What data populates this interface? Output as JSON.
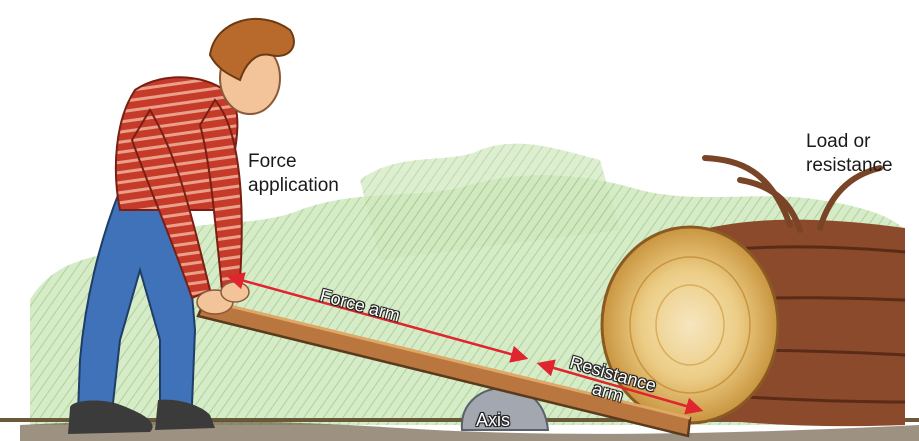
{
  "labels": {
    "force_application_line1": "Force",
    "force_application_line2": "application",
    "load_line1": "Load or",
    "load_line2": "resistance",
    "force_arm": "Force arm",
    "resistance_arm_line1": "Resistance",
    "resistance_arm_line2": "arm",
    "axis": "Axis"
  },
  "colors": {
    "arrow": "#e0252f",
    "shirt": "#c63a2a",
    "jeans": "#3f72b8",
    "plank": "#b9773f",
    "log_face": "#e8c175",
    "log_bark": "#8b4a2b",
    "foliage": "#b7d8a0",
    "rock": "#a3a7b0"
  }
}
